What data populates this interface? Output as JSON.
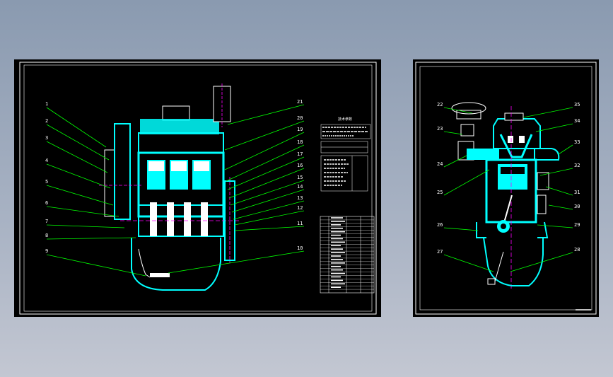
{
  "colors": {
    "background_top": "#8a9ab0",
    "background_bottom": "#c3c7d2",
    "sheet": "#000000",
    "frame": "#ffffff",
    "leader": "#00ff00",
    "section": "#00ffff",
    "centerline": "#ff00ff",
    "red_marks": "#ff0000"
  },
  "left_sheet": {
    "callouts_left": [
      "1",
      "2",
      "3",
      "4",
      "5",
      "6",
      "7",
      "8",
      "9"
    ],
    "callouts_right": [
      "21",
      "20",
      "19",
      "18",
      "17",
      "16",
      "15",
      "14",
      "13",
      "12",
      "11",
      "10"
    ],
    "spec_table": {
      "title": "技术参数"
    },
    "parts_table": {
      "rows": 22
    }
  },
  "right_sheet": {
    "callouts_left": [
      "22",
      "23",
      "24",
      "25",
      "26",
      "27"
    ],
    "callouts_right": [
      "35",
      "34",
      "33",
      "32",
      "31",
      "30",
      "29",
      "28"
    ]
  }
}
